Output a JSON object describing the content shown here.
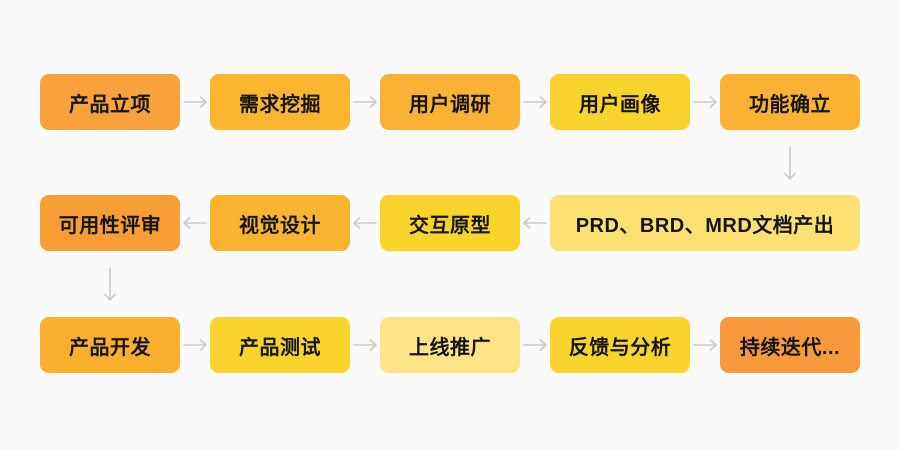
{
  "colors": {
    "background": "#FAFAFA",
    "arrow": "#C9C9C9",
    "text": "#151515"
  },
  "flow": {
    "nodes": [
      {
        "id": "product-initiation",
        "label": "产品立项",
        "color": "#F9A23C",
        "row": 0,
        "col": 0,
        "span": 1
      },
      {
        "id": "demand-mining",
        "label": "需求挖掘",
        "color": "#FCB52E",
        "row": 0,
        "col": 1,
        "span": 1
      },
      {
        "id": "user-research",
        "label": "用户调研",
        "color": "#FBB133",
        "row": 0,
        "col": 2,
        "span": 1
      },
      {
        "id": "user-persona",
        "label": "用户画像",
        "color": "#F8D32E",
        "row": 0,
        "col": 3,
        "span": 1
      },
      {
        "id": "feature-definition",
        "label": "功能确立",
        "color": "#FBB233",
        "row": 0,
        "col": 4,
        "span": 1
      },
      {
        "id": "prd-brd-mrd-docs",
        "label": "PRD、BRD、MRD文档产出",
        "color": "#FAE171",
        "row": 1,
        "col": 3,
        "span": 2
      },
      {
        "id": "interaction-prototype",
        "label": "交互原型",
        "color": "#F8D329",
        "row": 1,
        "col": 2,
        "span": 1
      },
      {
        "id": "visual-design",
        "label": "视觉设计",
        "color": "#FBB430",
        "row": 1,
        "col": 1,
        "span": 1
      },
      {
        "id": "usability-review",
        "label": "可用性评审",
        "color": "#F99E35",
        "row": 1,
        "col": 0,
        "span": 1
      },
      {
        "id": "product-development",
        "label": "产品开发",
        "color": "#FAAF2D",
        "row": 2,
        "col": 0,
        "span": 1
      },
      {
        "id": "product-testing",
        "label": "产品测试",
        "color": "#F8D42C",
        "row": 2,
        "col": 1,
        "span": 1
      },
      {
        "id": "launch-promotion",
        "label": "上线推广",
        "color": "#FBE486",
        "row": 2,
        "col": 2,
        "span": 1
      },
      {
        "id": "feedback-analysis",
        "label": "反馈与分析",
        "color": "#F9D42C",
        "row": 2,
        "col": 3,
        "span": 1
      },
      {
        "id": "continuous-iteration",
        "label": "持续迭代...",
        "color": "#F8993B",
        "row": 2,
        "col": 4,
        "span": 1
      }
    ],
    "arrows": [
      {
        "dir": "right",
        "row": 0,
        "betweenCols": [
          0,
          1
        ]
      },
      {
        "dir": "right",
        "row": 0,
        "betweenCols": [
          1,
          2
        ]
      },
      {
        "dir": "right",
        "row": 0,
        "betweenCols": [
          2,
          3
        ]
      },
      {
        "dir": "right",
        "row": 0,
        "betweenCols": [
          3,
          4
        ]
      },
      {
        "dir": "down",
        "col": 4,
        "betweenRows": [
          0,
          1
        ]
      },
      {
        "dir": "left",
        "row": 1,
        "betweenCols": [
          2,
          3
        ]
      },
      {
        "dir": "left",
        "row": 1,
        "betweenCols": [
          1,
          2
        ]
      },
      {
        "dir": "left",
        "row": 1,
        "betweenCols": [
          0,
          1
        ]
      },
      {
        "dir": "down",
        "col": 0,
        "betweenRows": [
          1,
          2
        ]
      },
      {
        "dir": "right",
        "row": 2,
        "betweenCols": [
          0,
          1
        ]
      },
      {
        "dir": "right",
        "row": 2,
        "betweenCols": [
          1,
          2
        ]
      },
      {
        "dir": "right",
        "row": 2,
        "betweenCols": [
          2,
          3
        ]
      },
      {
        "dir": "right",
        "row": 2,
        "betweenCols": [
          3,
          4
        ]
      }
    ]
  }
}
